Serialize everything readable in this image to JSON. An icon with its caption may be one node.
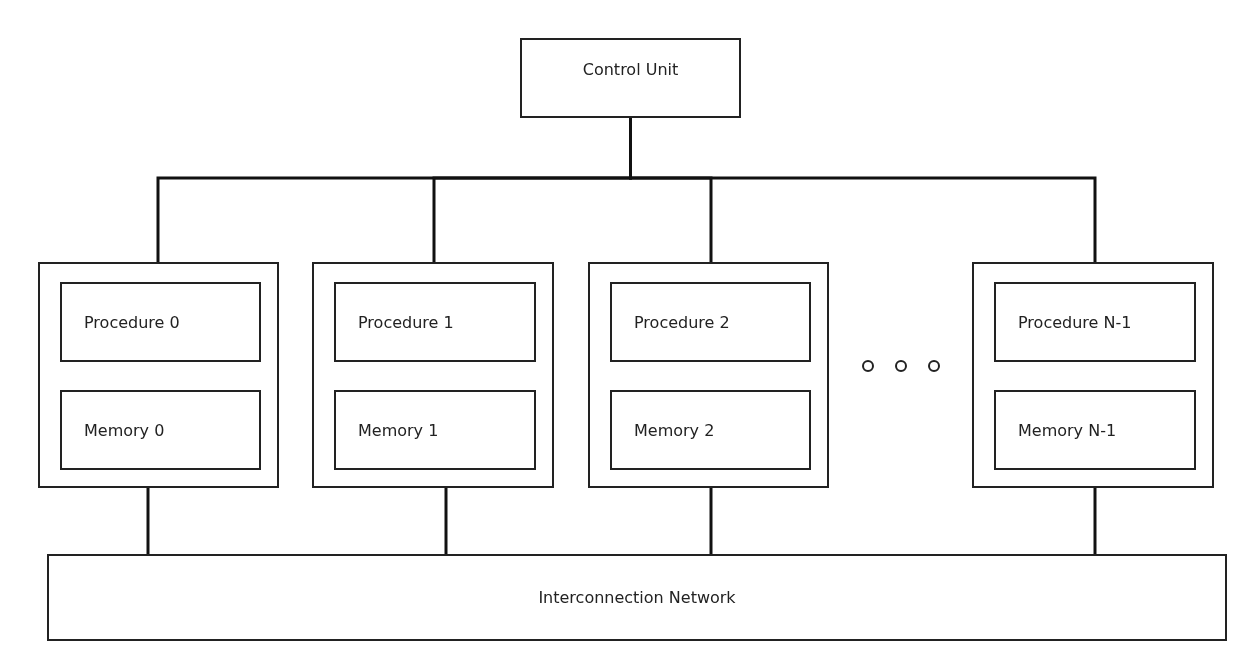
{
  "diagram": {
    "nodes": [
      {
        "text": [
          "Control Unit"
        ]
      },
      {
        "text": [],
        "shape": "box"
      },
      {
        "text": [
          "Procedure 0"
        ],
        "in": 1
      },
      {
        "text": [
          "Memory 0"
        ],
        "in": 1
      },
      {
        "text": [],
        "shape": "box"
      },
      {
        "text": [
          "Procedure 1"
        ],
        "in": 4
      },
      {
        "text": [
          "Memory 1"
        ],
        "in": 4
      },
      {
        "text": [],
        "shape": "box"
      },
      {
        "text": [
          "Procedure 2"
        ],
        "in": 7
      },
      {
        "text": [
          "Memory 2"
        ],
        "in": 7
      },
      {
        "text": [],
        "shape": "box"
      },
      {
        "text": [
          "Procedure N-1"
        ],
        "in": 10
      },
      {
        "text": [
          "Memory N-1"
        ],
        "in": 10
      },
      {
        "text": [
          "Interconnection Network"
        ]
      }
    ],
    "edges": [
      {
        "from": 0,
        "to": 1,
        "arrow": "none"
      },
      {
        "from": 0,
        "to": 4,
        "arrow": "none"
      },
      {
        "from": 0,
        "to": 7,
        "arrow": "none"
      },
      {
        "from": 0,
        "to": 10,
        "arrow": "none"
      },
      {
        "from": 1,
        "to": 13,
        "arrow": "none"
      },
      {
        "from": 4,
        "to": 13,
        "arrow": "none"
      },
      {
        "from": 7,
        "to": 13,
        "arrow": "none"
      },
      {
        "from": 10,
        "to": 13,
        "arrow": "none"
      }
    ]
  }
}
